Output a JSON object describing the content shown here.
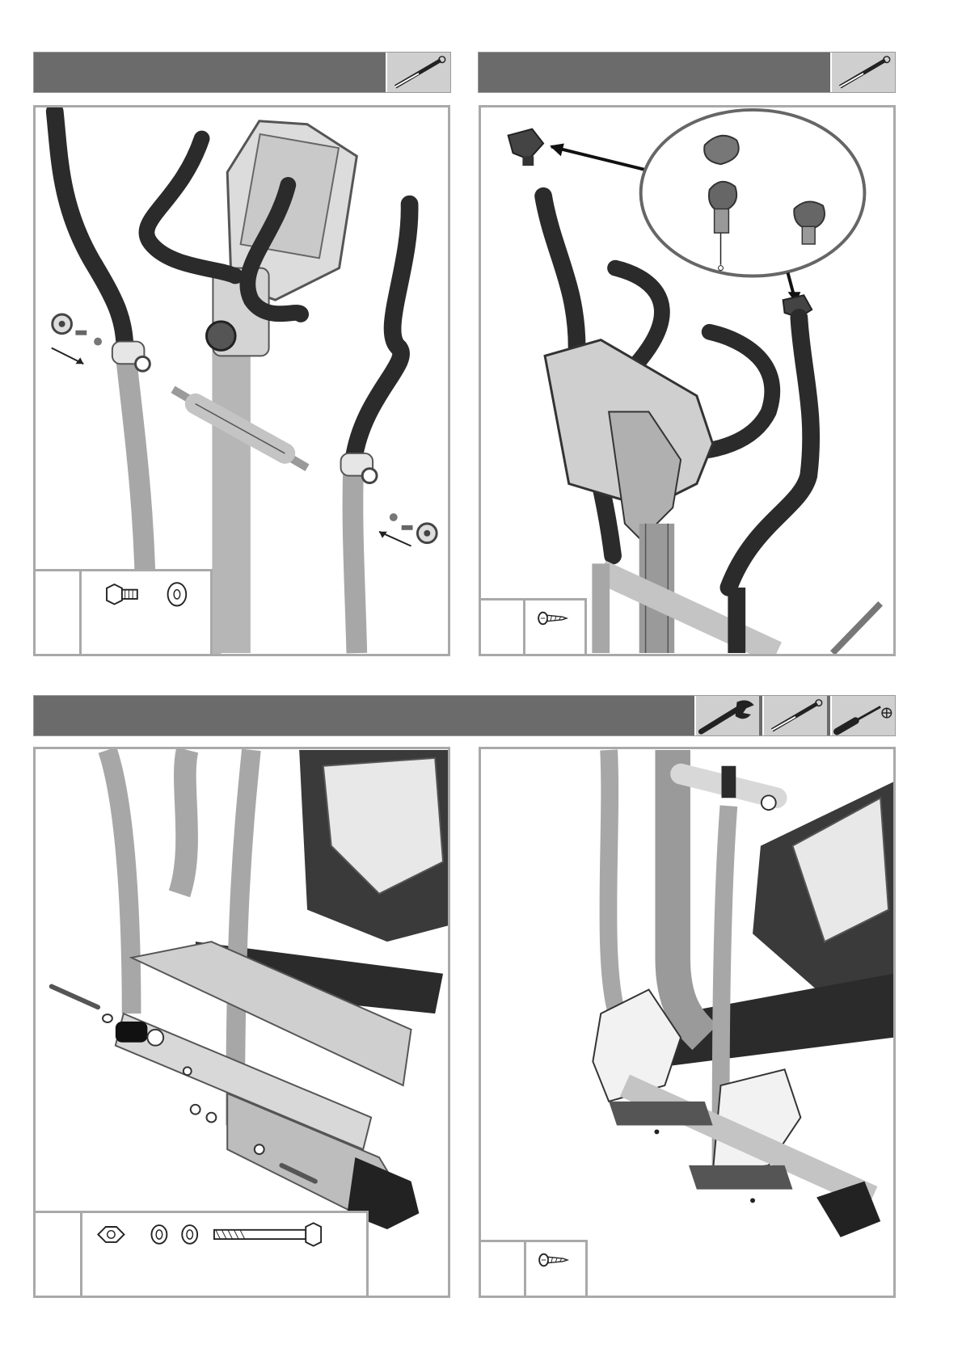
{
  "page": {
    "step_headers": [
      {
        "id": "A",
        "tools": [
          "allen-key-icon"
        ]
      },
      {
        "id": "B",
        "tools": [
          "allen-key-icon"
        ]
      },
      {
        "id": "C",
        "tools": [
          "open-wrench-icon",
          "allen-key-icon",
          "phillips-screwdriver-icon"
        ]
      }
    ],
    "panels": [
      {
        "id": "panel-1",
        "parts": [
          "hex-bolt-icon",
          "flat-washer-icon"
        ]
      },
      {
        "id": "panel-2",
        "parts": [
          "self-tapping-screw-icon"
        ]
      },
      {
        "id": "panel-3",
        "parts": [
          "hex-nut-icon",
          "washer-icon",
          "washer-icon",
          "long-hex-bolt-icon"
        ]
      },
      {
        "id": "panel-4",
        "parts": [
          "self-tapping-screw-icon"
        ]
      }
    ],
    "colors": {
      "header_bar": "#6b6b6b",
      "tool_tile": "#cfcfcf",
      "frame_border": "#a9a9a9",
      "tube_dark": "#2b2b2b",
      "tube_grey": "#a7a7a7"
    }
  }
}
